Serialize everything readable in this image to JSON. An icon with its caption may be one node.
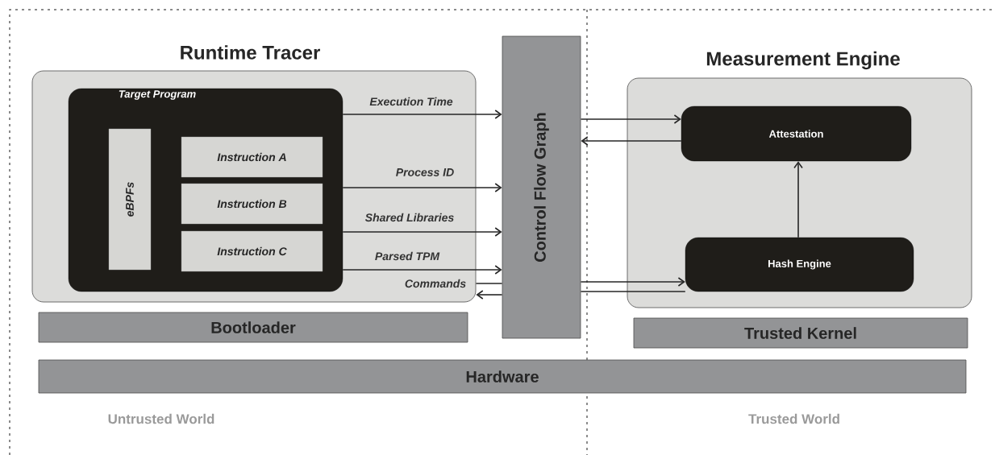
{
  "diagram": {
    "nodes": [
      {
        "text": [
          "Runtime Tracer"
        ]
      },
      {
        "text": [
          "Target Program"
        ],
        "in": 0
      },
      {
        "text": [
          "eBPFs"
        ],
        "in": 1
      },
      {
        "text": [
          "Instruction A"
        ],
        "in": 1
      },
      {
        "text": [
          "Instruction B"
        ],
        "in": 1
      },
      {
        "text": [
          "Instruction C"
        ],
        "in": 1
      },
      {
        "text": [
          "Control Flow Graph"
        ]
      },
      {
        "text": [
          "Measurement Engine"
        ]
      },
      {
        "text": [
          "Attestation"
        ],
        "in": 7
      },
      {
        "text": [
          "Hash Engine"
        ],
        "in": 7
      },
      {
        "text": [
          "Bootloader"
        ]
      },
      {
        "text": [
          "Trusted Kernel"
        ]
      },
      {
        "text": [
          "Hardware"
        ]
      }
    ],
    "edges": [
      {
        "from": 1,
        "to": 6,
        "arrow": "to",
        "label": "Execution Time"
      },
      {
        "from": 1,
        "to": 6,
        "arrow": "to",
        "label": "Process ID"
      },
      {
        "from": 1,
        "to": 6,
        "arrow": "to",
        "label": "Shared Libraries"
      },
      {
        "from": 1,
        "to": 6,
        "arrow": "to",
        "label": "Parsed TPM"
      },
      {
        "from": 0,
        "to": 6,
        "arrow": "none",
        "label": "Commands"
      },
      {
        "from": 6,
        "to": 0,
        "arrow": "to"
      },
      {
        "from": 6,
        "to": 8,
        "arrow": "to"
      },
      {
        "from": 8,
        "to": 6,
        "arrow": "to"
      },
      {
        "from": 6,
        "to": 9,
        "arrow": "to"
      },
      {
        "from": 9,
        "to": 6,
        "arrow": "none"
      },
      {
        "from": 9,
        "to": 8,
        "arrow": "to"
      }
    ],
    "labels": [
      "Untrusted World",
      "Trusted World"
    ]
  }
}
